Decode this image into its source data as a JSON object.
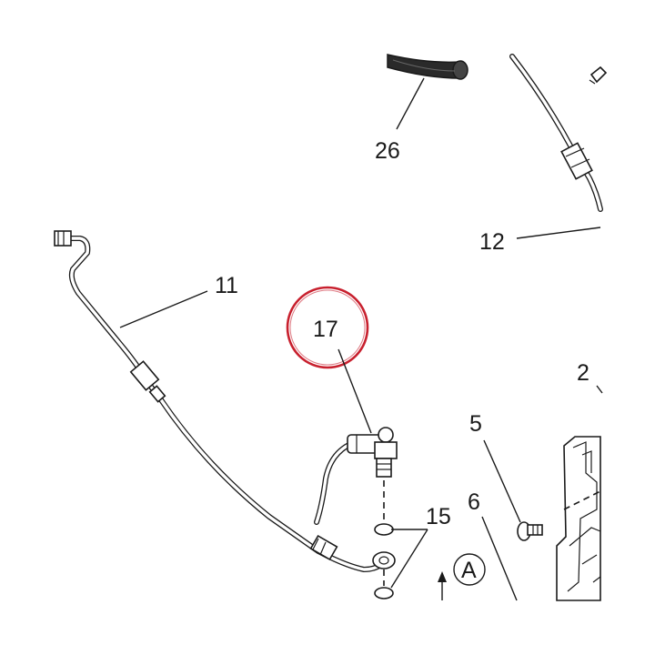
{
  "callouts": {
    "c26": "26",
    "c12": "12",
    "c11": "11",
    "c17": "17",
    "c2": "2",
    "c5": "5",
    "c6": "6",
    "c15": "15",
    "cA": "A"
  },
  "colors": {
    "ink": "#1a1a1a",
    "highlight": "#c8202e"
  }
}
